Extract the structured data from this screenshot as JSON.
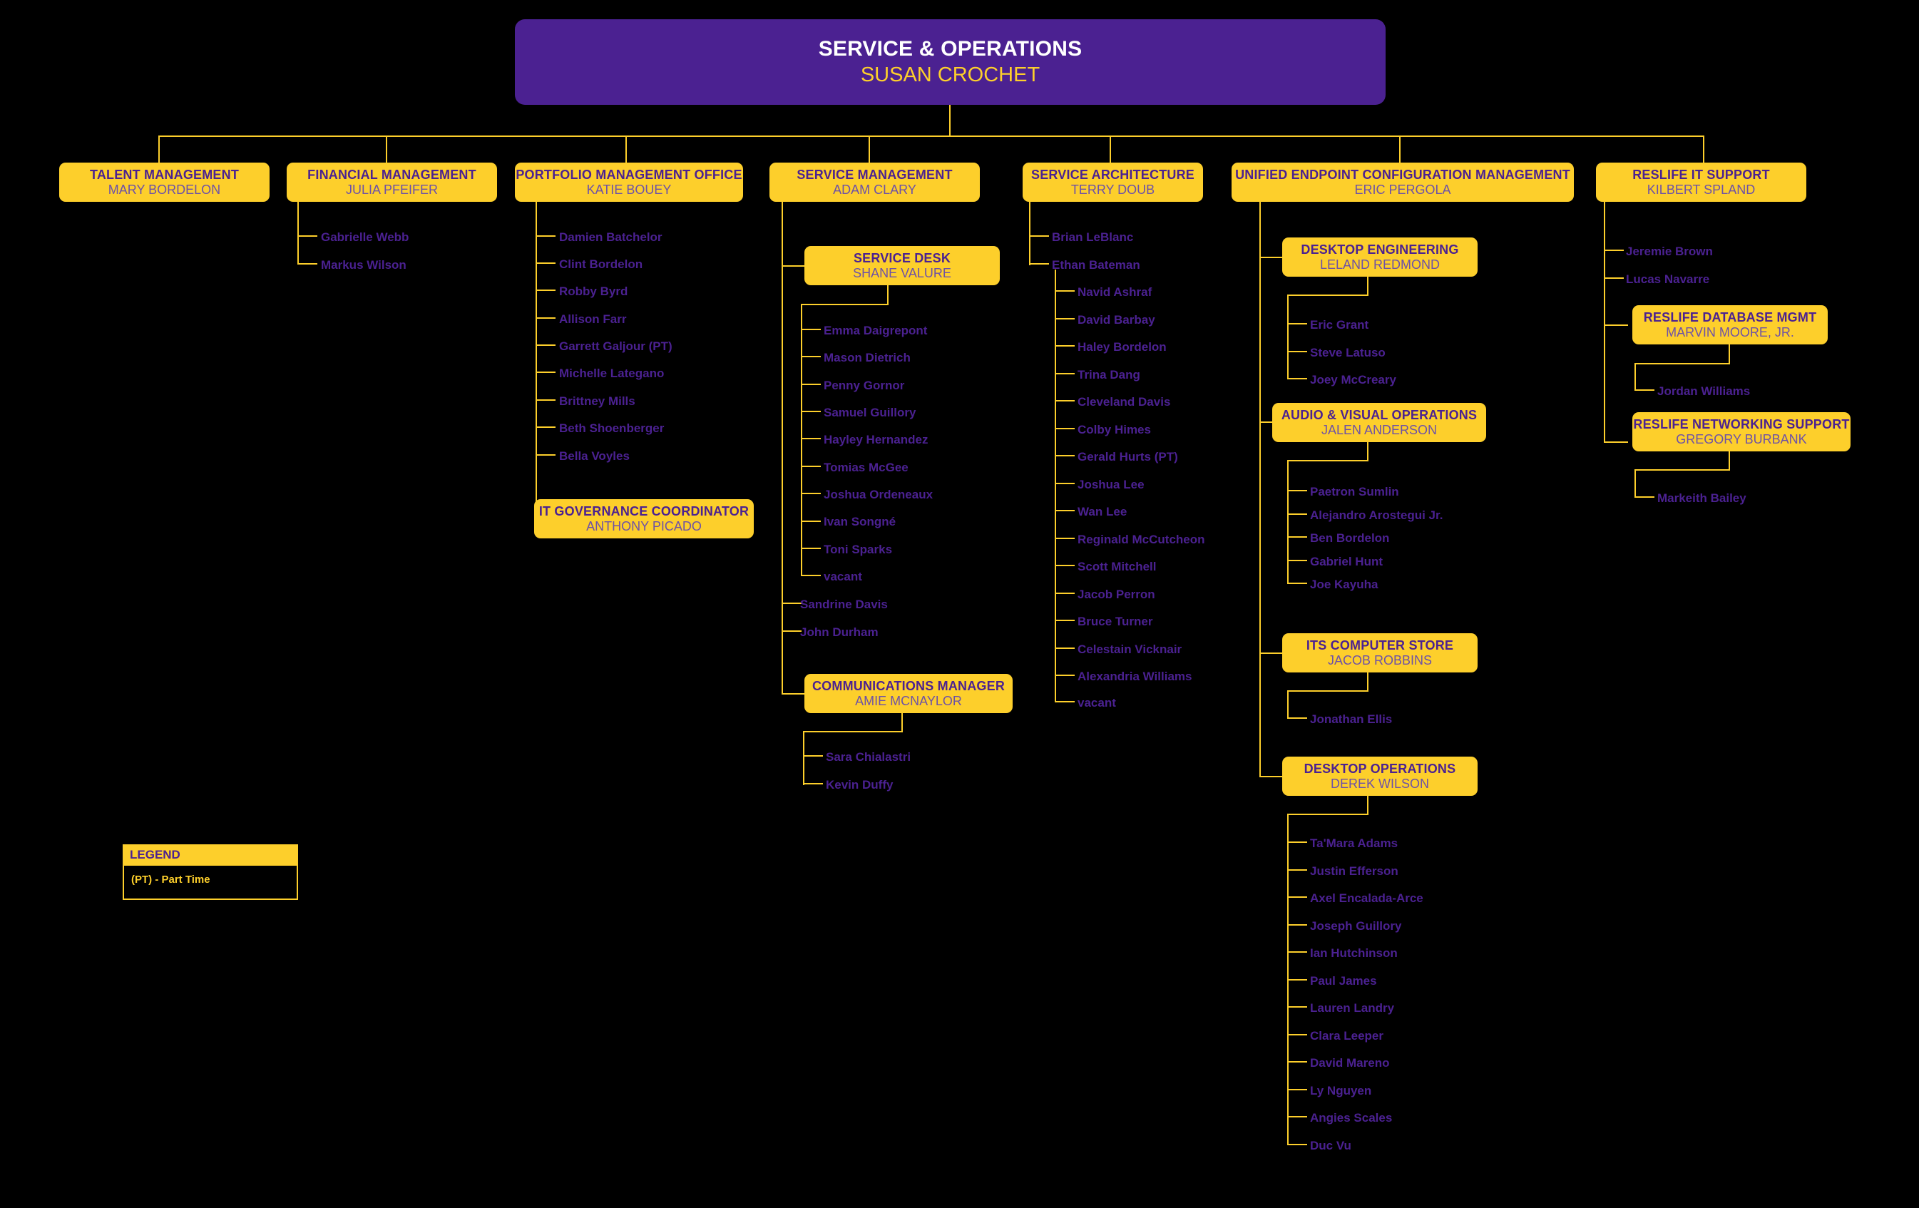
{
  "colors": {
    "background": "#000000",
    "accent_yellow": "#fdcf2b",
    "root_purple": "#4b2191",
    "person_purple": "#6d51a8"
  },
  "root": {
    "title": "SERVICE & OPERATIONS",
    "person": "SUSAN CROCHET"
  },
  "divisions": [
    {
      "title": "TALENT MANAGEMENT",
      "person": "MARY BORDELON",
      "staff": [
        "Gabrielle Webb",
        "Markus Wilson"
      ]
    },
    {
      "title": "FINANCIAL MANAGEMENT",
      "person": "JULIA PFEIFER",
      "staff": []
    },
    {
      "title": "PORTFOLIO MANAGEMENT OFFICE",
      "person": "KATIE BOUEY",
      "staff": [
        "Damien Batchelor",
        "Clint Bordelon",
        "Robby Byrd",
        "Allison Farr",
        "Garrett Galjour (PT)",
        "Michelle Lategano",
        "Brittney Mills",
        "Beth Shoenberger",
        "Bella Voyles"
      ],
      "sub_units": [
        {
          "title": "IT GOVERNANCE COORDINATOR",
          "person": "ANTHONY PICADO",
          "staff": []
        }
      ]
    },
    {
      "title": "SERVICE MANAGEMENT",
      "person": "ADAM CLARY",
      "staff": [
        "Sandrine Davis",
        "John Durham"
      ],
      "sub_units": [
        {
          "title": "SERVICE DESK",
          "person": "SHANE VALURE",
          "staff": [
            "Emma Daigrepont",
            "Mason Dietrich",
            "Penny Gornor",
            "Samuel Guillory",
            "Hayley Hernandez",
            "Tomias McGee",
            "Joshua Ordeneaux",
            "Ivan Songné",
            "Toni Sparks",
            "vacant"
          ]
        },
        {
          "title": "COMMUNICATIONS MANAGER",
          "person": "AMIE MCNAYLOR",
          "staff": [
            "Sara Chialastri",
            "Kevin Duffy"
          ]
        }
      ]
    },
    {
      "title": "SERVICE ARCHITECTURE",
      "person": "TERRY DOUB",
      "staff": [
        "Brian LeBlanc",
        "Ethan Bateman"
      ],
      "nested_staff": [
        "Navid Ashraf",
        "David Barbay",
        "Haley Bordelon",
        "Trina Dang",
        "Cleveland Davis",
        "Colby Himes",
        "Gerald Hurts (PT)",
        "Joshua Lee",
        "Wan Lee",
        "Reginald McCutcheon",
        "Scott Mitchell",
        "Jacob Perron",
        "Bruce Turner",
        "Celestain Vicknair",
        "Alexandria Williams",
        "vacant"
      ]
    },
    {
      "title": "UNIFIED ENDPOINT CONFIGURATION MANAGEMENT",
      "person": "ERIC PERGOLA",
      "staff": [],
      "sub_units": [
        {
          "title": "DESKTOP ENGINEERING",
          "person": "LELAND REDMOND",
          "staff": [
            "Eric Grant",
            "Steve Latuso",
            "Joey McCreary"
          ]
        },
        {
          "title": "AUDIO & VISUAL OPERATIONS",
          "person": "JALEN ANDERSON",
          "staff": [
            "Paetron Sumlin",
            "Alejandro Arostegui Jr.",
            "Ben Bordelon",
            "Gabriel Hunt",
            "Joe Kayuha"
          ]
        },
        {
          "title": "ITS COMPUTER STORE",
          "person": "JACOB ROBBINS",
          "staff": [
            "Jonathan Ellis"
          ]
        },
        {
          "title": "DESKTOP OPERATIONS",
          "person": "DEREK WILSON",
          "staff": [
            "Ta'Mara Adams",
            "Justin Efferson",
            "Axel Encalada-Arce",
            "Joseph Guillory",
            "Ian Hutchinson",
            "Paul James",
            "Lauren Landry",
            "Clara Leeper",
            "David Mareno",
            "Ly Nguyen",
            "Angies Scales",
            "Duc Vu"
          ]
        }
      ]
    },
    {
      "title": "RESLIFE IT SUPPORT",
      "person": "KILBERT SPLAND",
      "staff": [
        "Jeremie Brown",
        "Lucas Navarre"
      ],
      "sub_units": [
        {
          "title": "RESLIFE DATABASE MGMT",
          "person": "MARVIN MOORE, JR.",
          "staff": [
            "Jordan Williams"
          ]
        },
        {
          "title": "RESLIFE NETWORKING SUPPORT",
          "person": "GREGORY BURBANK",
          "staff": [
            "Markeith Bailey"
          ]
        }
      ]
    }
  ],
  "legend": {
    "header": "LEGEND",
    "entries": [
      "(PT) - Part Time"
    ]
  }
}
